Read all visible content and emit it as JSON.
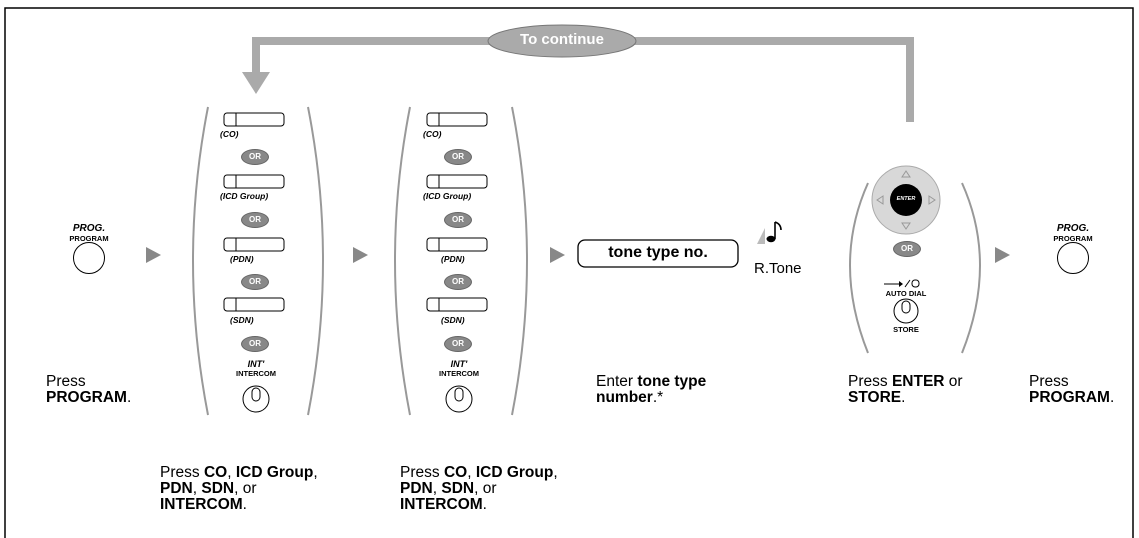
{
  "continue_label": "To continue",
  "or_label": "OR",
  "step1": {
    "key_label_top": "PROG.",
    "key_label_bottom": "PROGRAM",
    "caption_line1": "Press",
    "caption_bold": "PROGRAM",
    "caption_end": "."
  },
  "step2": {
    "buttons": [
      "(CO)",
      "(ICD Group)",
      "(PDN)",
      "(SDN)"
    ],
    "int_label_top": "INT'",
    "int_label_bottom": "INTERCOM",
    "caption_line1_pre": "Press ",
    "caption_co": "CO",
    "caption_sep1": ", ",
    "caption_icd": "ICD Group",
    "caption_sep2": ",",
    "caption_pdn": "PDN",
    "caption_sep3": ", ",
    "caption_sdn": "SDN",
    "caption_sep4": ", or",
    "caption_intercom": "INTERCOM",
    "caption_end": "."
  },
  "step3": {
    "buttons": [
      "(CO)",
      "(ICD Group)",
      "(PDN)",
      "(SDN)"
    ],
    "int_label_top": "INT'",
    "int_label_bottom": "INTERCOM",
    "caption_line1_pre": "Press ",
    "caption_co": "CO",
    "caption_sep1": ", ",
    "caption_icd": "ICD Group",
    "caption_sep2": ",",
    "caption_pdn": "PDN",
    "caption_sep3": ", ",
    "caption_sdn": "SDN",
    "caption_sep4": ", or",
    "caption_intercom": "INTERCOM",
    "caption_end": "."
  },
  "step4": {
    "box_label": "tone type no.",
    "tone_label": "R.Tone",
    "caption_pre": "Enter ",
    "caption_bold1": "tone type",
    "caption_bold2": "number",
    "caption_end": ".*"
  },
  "step5": {
    "enter_label": "ENTER",
    "autodial_label": "AUTO DIAL",
    "store_label": "STORE",
    "caption_pre": "Press ",
    "caption_enter": "ENTER",
    "caption_or": " or",
    "caption_store": "STORE",
    "caption_end": "."
  },
  "step6": {
    "key_label_top": "PROG.",
    "key_label_bottom": "PROGRAM",
    "caption_line1": "Press",
    "caption_bold": "PROGRAM",
    "caption_end": "."
  }
}
